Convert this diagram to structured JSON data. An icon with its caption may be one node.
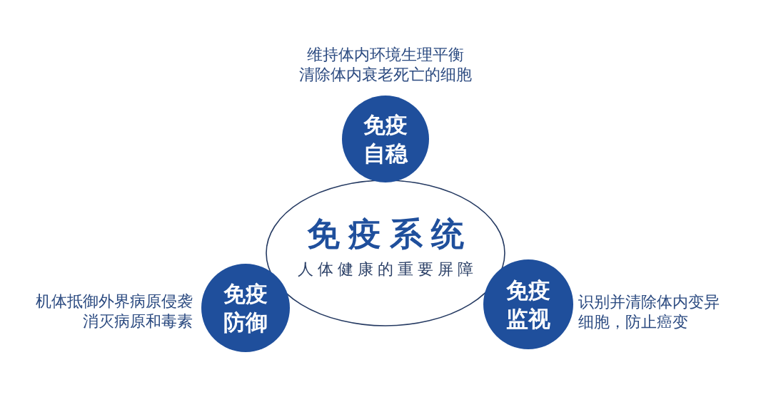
{
  "diagram": {
    "nodes": [
      {
        "text": [
          "免疫自稳"
        ],
        "beside": [
          "维持体内环境生理平衡",
          "清除体内衰老死亡的细胞"
        ]
      },
      {
        "text": [
          "免疫系统",
          "人体健康的重要屏障"
        ]
      },
      {
        "text": [
          "免疫防御"
        ],
        "beside": [
          "机体抵御外界病原侵袭",
          "消灭病原和毒素"
        ]
      },
      {
        "text": [
          "免疫监视"
        ],
        "beside": [
          "识别并清除体内变异细胞，防止癌变"
        ]
      }
    ]
  }
}
